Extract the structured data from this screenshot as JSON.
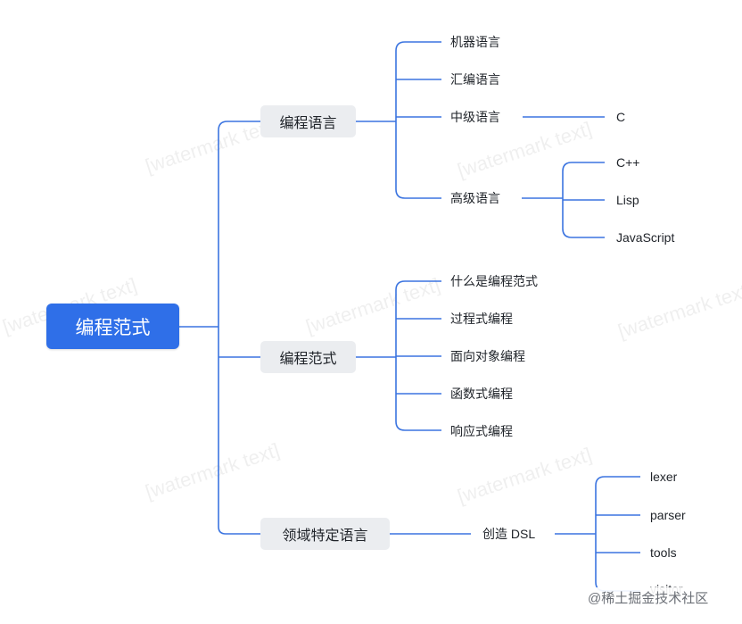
{
  "root": {
    "label": "编程范式"
  },
  "branches": {
    "languages": {
      "label": "编程语言",
      "items": [
        "机器语言",
        "汇编语言",
        "中级语言",
        "高级语言"
      ],
      "mid_child": "C",
      "high_children": [
        "C++",
        "Lisp",
        "JavaScript"
      ]
    },
    "paradigms": {
      "label": "编程范式",
      "items": [
        "什么是编程范式",
        "过程式编程",
        "面向对象编程",
        "函数式编程",
        "响应式编程"
      ]
    },
    "dsl": {
      "label": "领域特定语言",
      "child": "创造 DSL",
      "children": [
        "lexer",
        "parser",
        "tools",
        "visitor"
      ]
    }
  },
  "watermark": {
    "text": "[watermark text]"
  },
  "footer": {
    "text": "@稀土掘金技术社区"
  },
  "colors": {
    "line": "#3b74e0",
    "root_bg": "#2f6fe8",
    "node_bg": "#ebedf0"
  }
}
